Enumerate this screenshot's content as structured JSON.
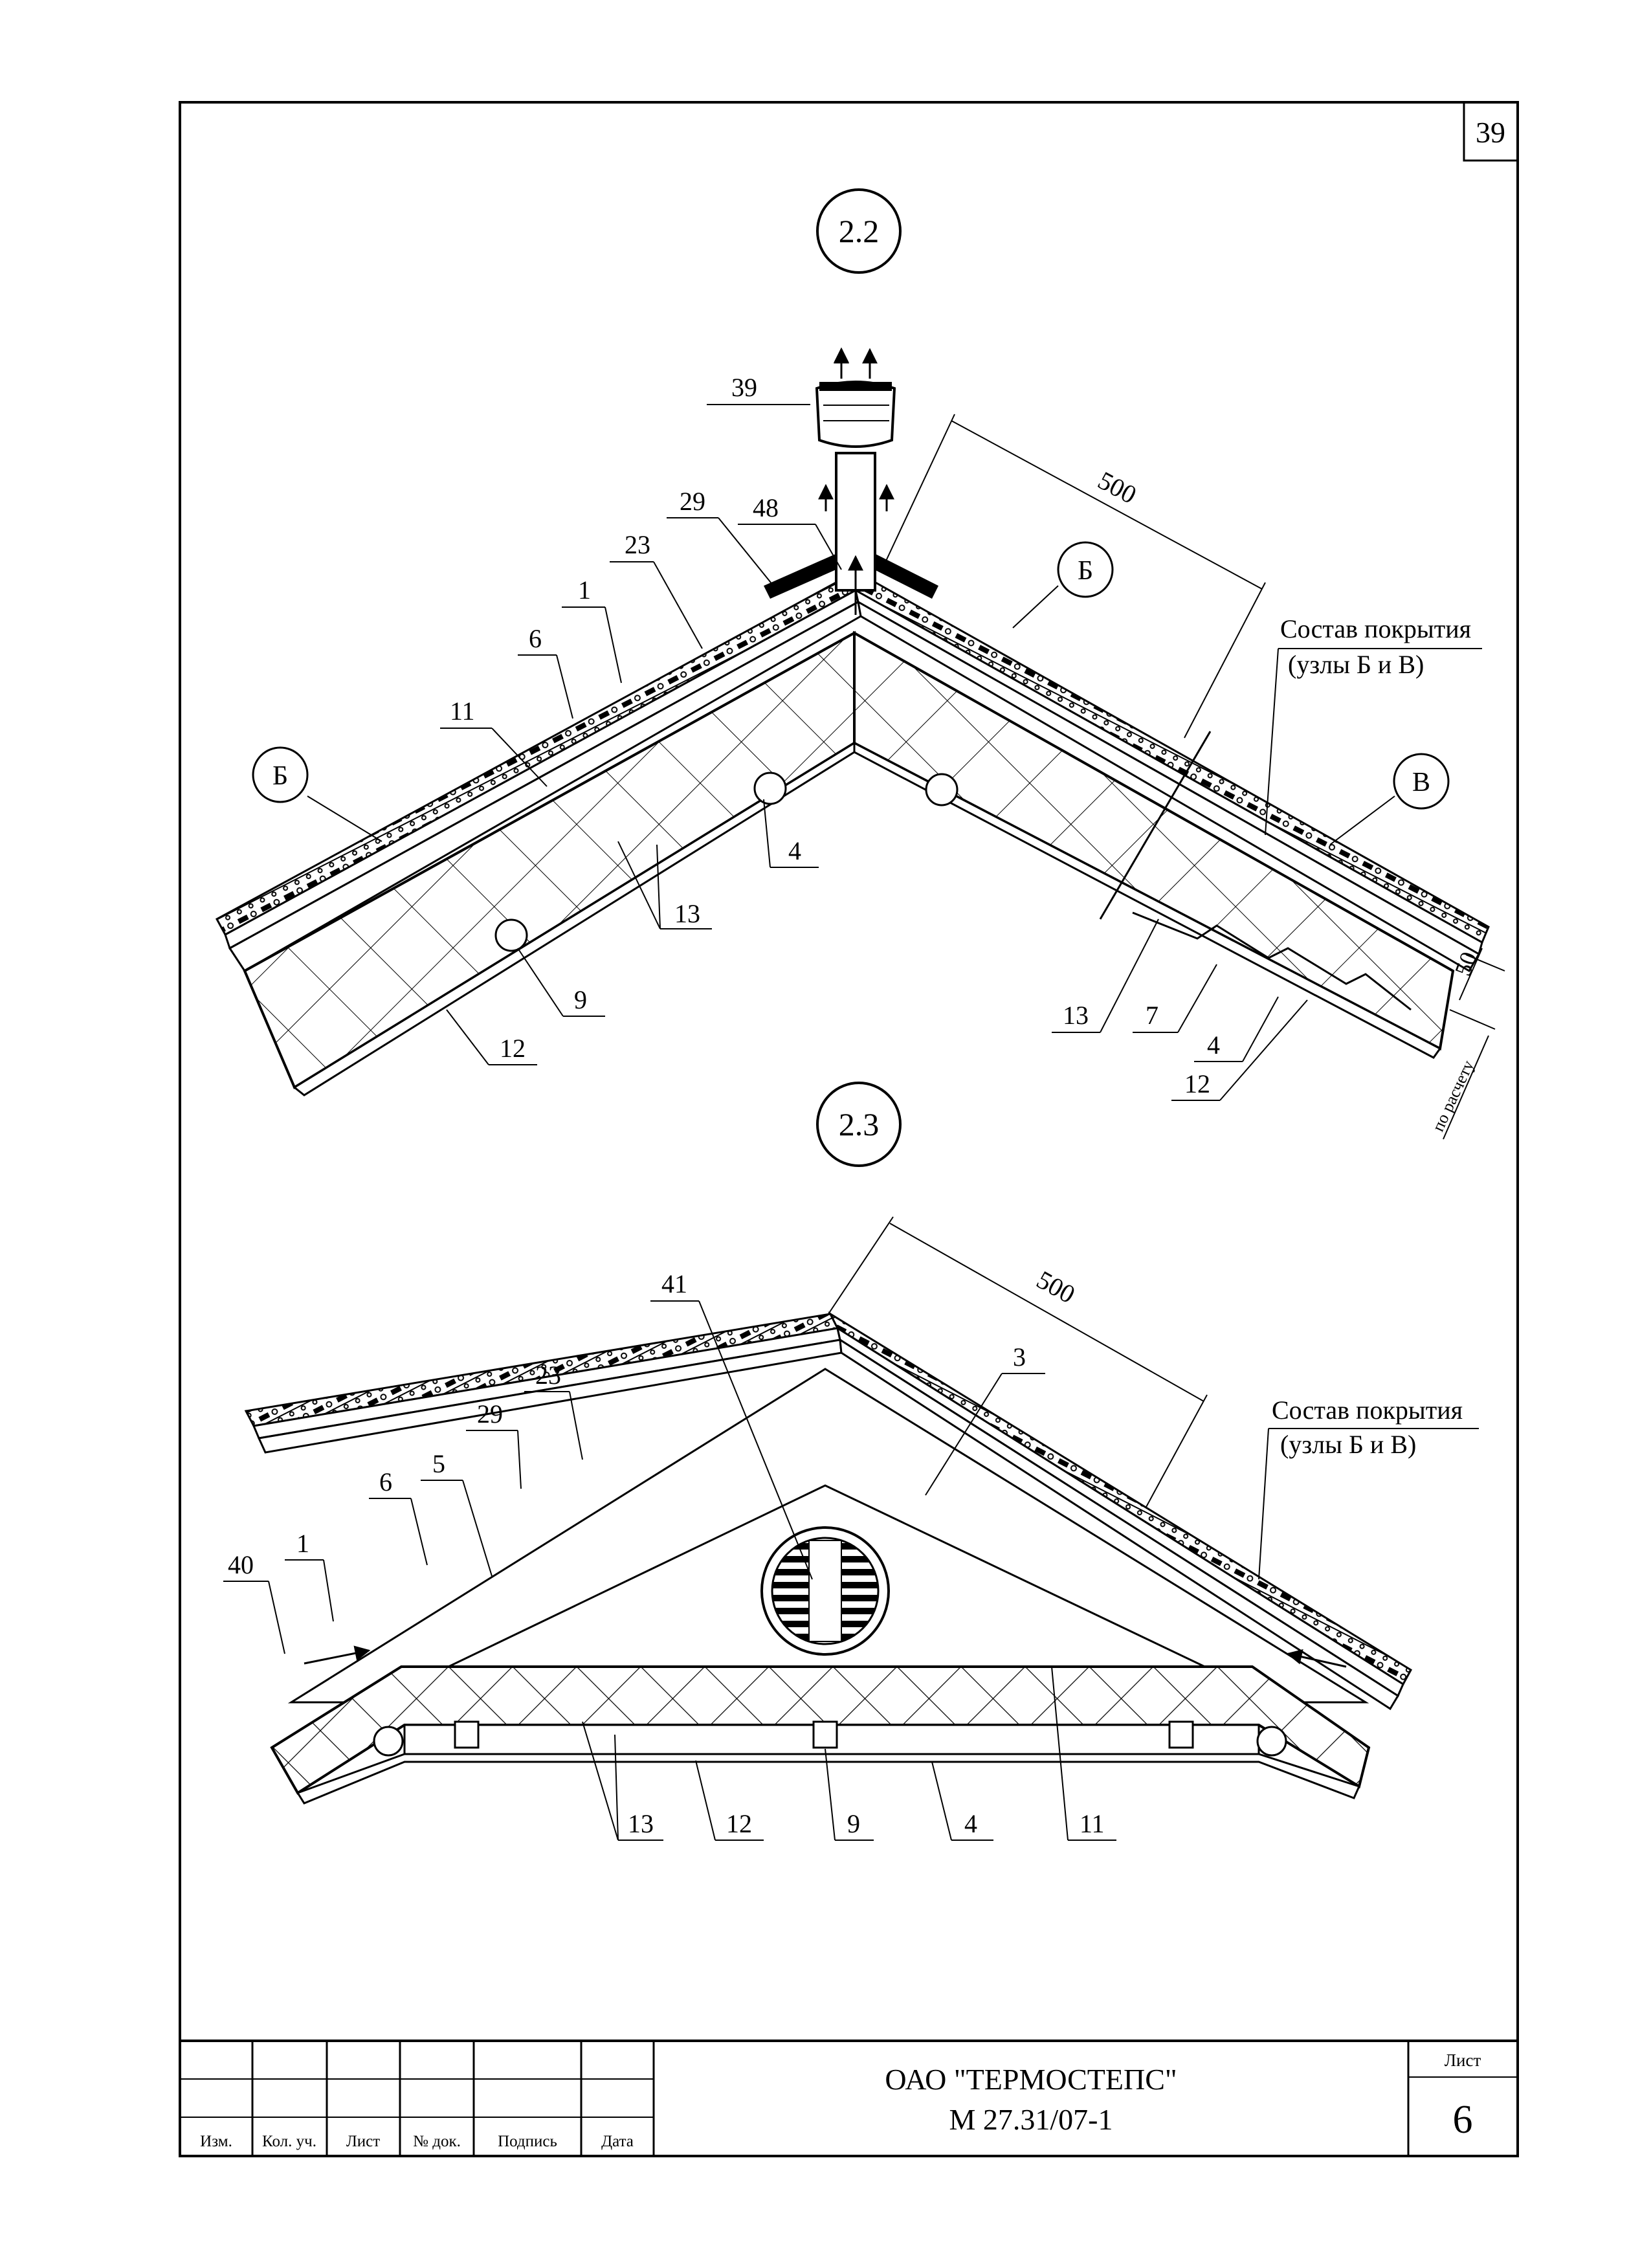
{
  "sheet": {
    "corner_number": "39",
    "organization": "ОАО \"ТЕРМОСТЕПС\"",
    "document_code": "М 27.31/07-1",
    "sheet_label": "Лист",
    "sheet_number": "6"
  },
  "title_block": {
    "columns": [
      "Изм.",
      "Кол. уч.",
      "Лист",
      "№ док.",
      "Подпись",
      "Дата"
    ]
  },
  "node_2_2": {
    "title": "2.2",
    "dimension": "500",
    "dim_50": "50",
    "dim_calc": "по расчету",
    "note_line1": "Состав покрытия",
    "note_line2": "(узлы Б и В)",
    "callout_left": "Б",
    "callout_mid": "Б",
    "callout_right": "В",
    "labels": {
      "l39": "39",
      "l48": "48",
      "l29": "29",
      "l23": "23",
      "l1": "1",
      "l6": "6",
      "l11": "11",
      "l4a": "4",
      "l13a": "13",
      "l9": "9",
      "l12a": "12",
      "l13b": "13",
      "l7": "7",
      "l4b": "4",
      "l12b": "12"
    }
  },
  "node_2_3": {
    "title": "2.3",
    "dimension": "500",
    "note_line1": "Состав покрытия",
    "note_line2": "(узлы Б и В)",
    "labels": {
      "l41": "41",
      "l23": "23",
      "l3": "3",
      "l29": "29",
      "l6": "6",
      "l5": "5",
      "l1": "1",
      "l40": "40",
      "l13": "13",
      "l12": "12",
      "l9": "9",
      "l4": "4",
      "l11": "11"
    }
  }
}
